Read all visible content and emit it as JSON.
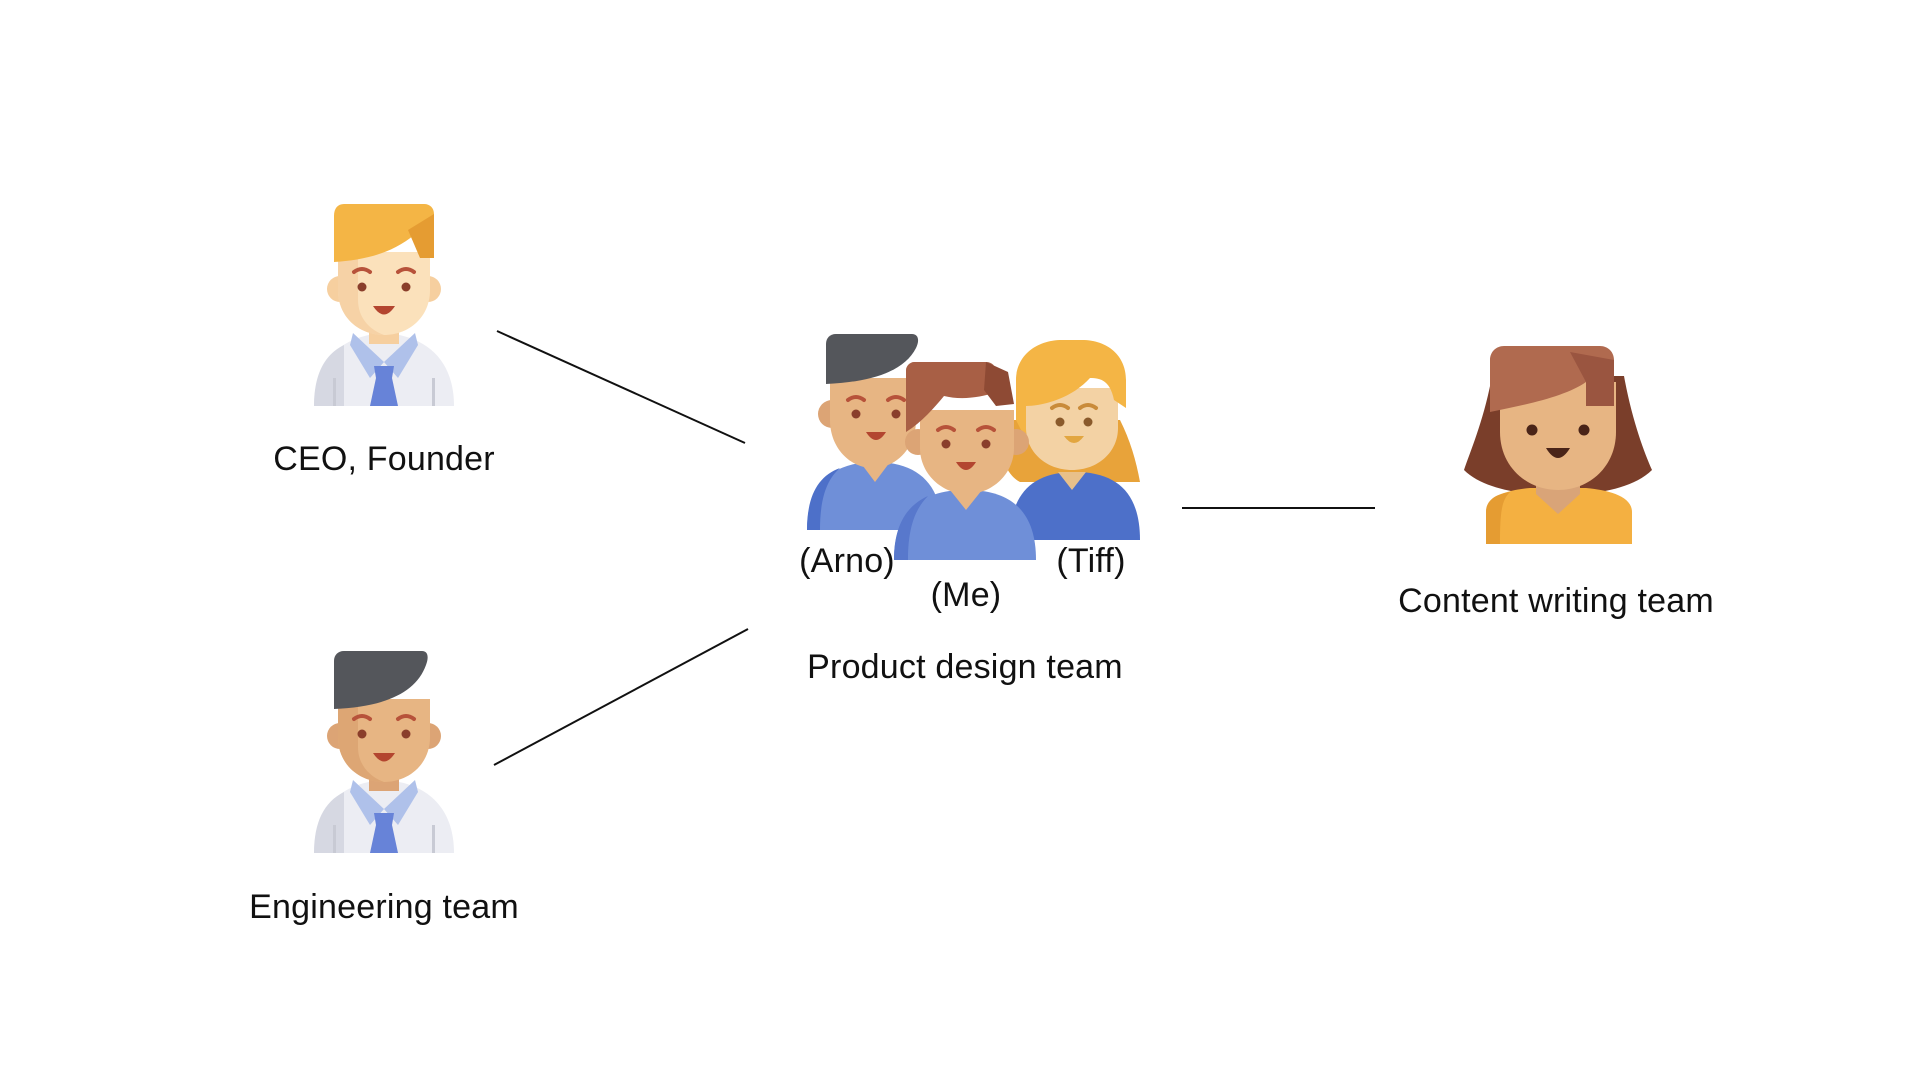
{
  "diagram": {
    "nodes": [
      {
        "id": "ceo",
        "label": "CEO, Founder",
        "icon": "businessman-blond-icon"
      },
      {
        "id": "engineering",
        "label": "Engineering team",
        "icon": "businessman-dark-hair-icon"
      },
      {
        "id": "product_design",
        "label": "Product design team",
        "icon": "team-of-three-icon",
        "members": [
          "(Arno)",
          "(Me)",
          "(Tiff)"
        ]
      },
      {
        "id": "content",
        "label": "Content writing team",
        "icon": "woman-avatar-icon"
      }
    ],
    "edges": [
      {
        "from": "ceo",
        "to": "product_design"
      },
      {
        "from": "engineering",
        "to": "product_design"
      },
      {
        "from": "product_design",
        "to": "content"
      }
    ]
  },
  "colors": {
    "hair_blond": "#F4B545",
    "hair_dark": "#54565B",
    "hair_brown": "#A85F45",
    "skin_light": "#FBE1BB",
    "skin_tan": "#E7B583",
    "shirt_blue": "#6F8FD8",
    "shirt_blue_dark": "#4D70C9",
    "tie_blue": "#6783D8",
    "orange_top": "#F4B041",
    "line": "#111111"
  }
}
